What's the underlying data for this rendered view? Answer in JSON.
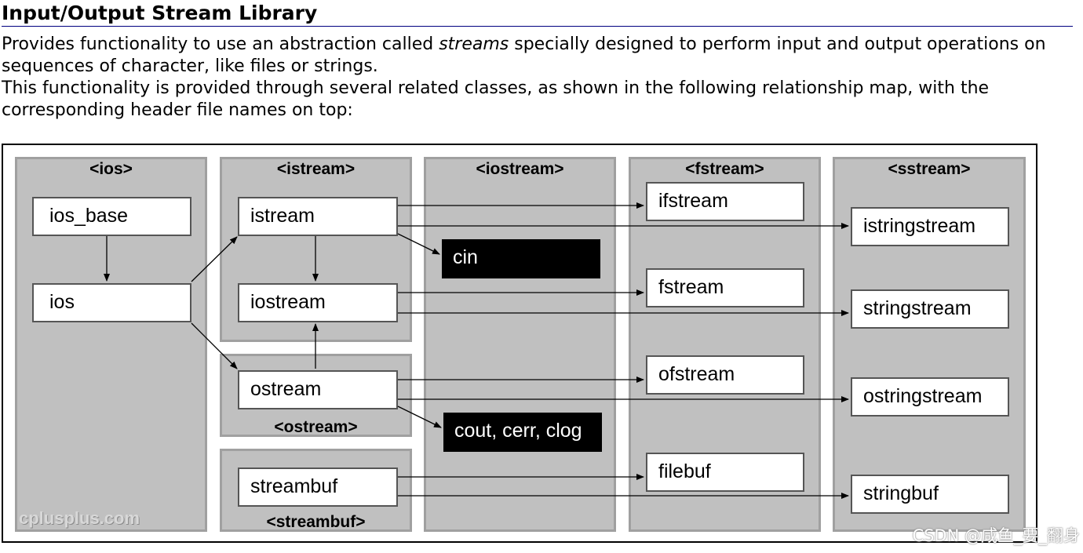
{
  "heading": "Input/Output Stream Library",
  "intro": {
    "line1_pre": "Provides functionality to use an abstraction called ",
    "line1_em": "streams",
    "line1_post": " specially designed to perform input and output operations on sequences of character, like files or strings.",
    "line2": "This functionality is provided through several related classes, as shown in the following relationship map, with the corresponding header file names on top:"
  },
  "diagram": {
    "headers": {
      "ios": "<ios>",
      "istream": "<istream>",
      "iostream": "<iostream>",
      "fstream": "<fstream>",
      "sstream": "<sstream>",
      "ostream": "<ostream>",
      "streambuf": "<streambuf>"
    },
    "classes": {
      "ios_base": "ios_base",
      "ios": "ios",
      "istream": "istream",
      "iostream": "iostream",
      "ostream": "ostream",
      "streambuf": "streambuf",
      "ifstream": "ifstream",
      "fstream": "fstream",
      "ofstream": "ofstream",
      "filebuf": "filebuf",
      "istringstream": "istringstream",
      "stringstream": "stringstream",
      "ostringstream": "ostringstream",
      "stringbuf": "stringbuf"
    },
    "objects": {
      "cin": "cin",
      "cout": "cout, cerr, clog"
    },
    "watermark": "cplusplus.com"
  },
  "page_watermark": "CSDN @咸鱼_要_翻身"
}
